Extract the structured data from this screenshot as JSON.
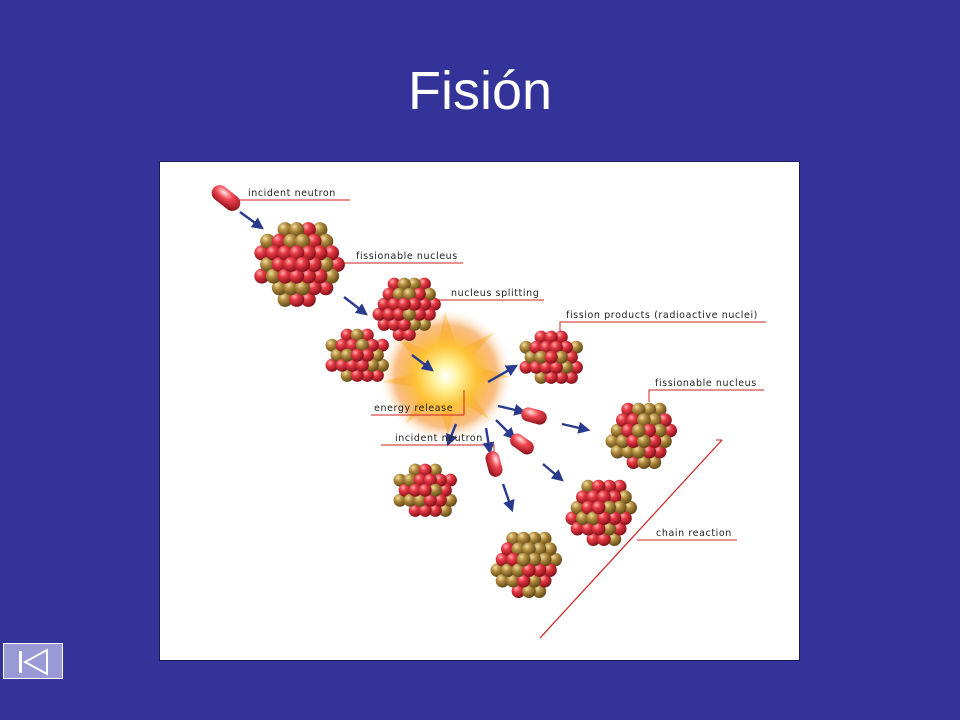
{
  "title": "Fisión",
  "diagram": {
    "labels": {
      "incident_neutron_1": "incident neutron",
      "fissionable_nucleus_1": "fissionable nucleus",
      "nucleus_splitting": "nucleus splitting",
      "fission_products": "fission products (radioactive nuclei)",
      "fissionable_nucleus_2": "fissionable nucleus",
      "energy_release": "energy release",
      "incident_neutron_2": "incident neutron",
      "chain_reaction": "chain reaction"
    },
    "colors": {
      "proton": "#d8263a",
      "neutron": "#a8843c",
      "leader_line": "#cc2222",
      "arrow": "#2a3a8c",
      "background": "#333399"
    }
  },
  "nav": {
    "back_icon": "skip-back-icon"
  }
}
